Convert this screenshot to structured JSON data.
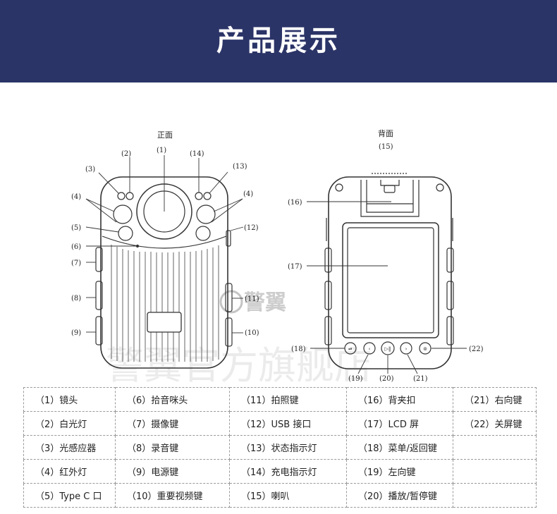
{
  "header": {
    "title": "产品展示",
    "background": "#2b3467",
    "text_color": "#ffffff"
  },
  "diagram": {
    "front_title": "正面",
    "back_title": "背面",
    "callouts": {
      "c1": "(1)",
      "c2": "(2)",
      "c3": "(3)",
      "c4a": "(4)",
      "c4b": "(4)",
      "c5": "(5)",
      "c6": "(6)",
      "c7": "(7)",
      "c8": "(8)",
      "c9": "(9)",
      "c10": "(10)",
      "c11": "(11)",
      "c12": "(12)",
      "c13": "(13)",
      "c14": "(14)",
      "c15": "(15)",
      "c16": "(16)",
      "c17": "(17)",
      "c18": "(18)",
      "c19": "(19)",
      "c20": "(20)",
      "c21": "(21)",
      "c22": "(22)"
    },
    "watermark": {
      "brand": "警翼",
      "store": "警翼官方旗舰店"
    }
  },
  "legend": {
    "rows": [
      [
        "（1）镜头",
        "（6）拾音咪头",
        "（11）拍照键",
        "（16）背夹扣",
        "（21）右向键"
      ],
      [
        "（2）白光灯",
        "（7）摄像键",
        "（12）USB 接口",
        "（17）LCD 屏",
        "（22）关屏键"
      ],
      [
        "（3）光感应器",
        "（8）录音键",
        "（13）状态指示灯",
        "（18）菜单/返回键",
        ""
      ],
      [
        "（4）红外灯",
        "（9）电源键",
        "（14）充电指示灯",
        "（19）左向键",
        ""
      ],
      [
        "（5）Type C 口",
        "（10）重要视频键",
        "（15）喇叭",
        "（20）播放/暂停键",
        ""
      ]
    ]
  }
}
